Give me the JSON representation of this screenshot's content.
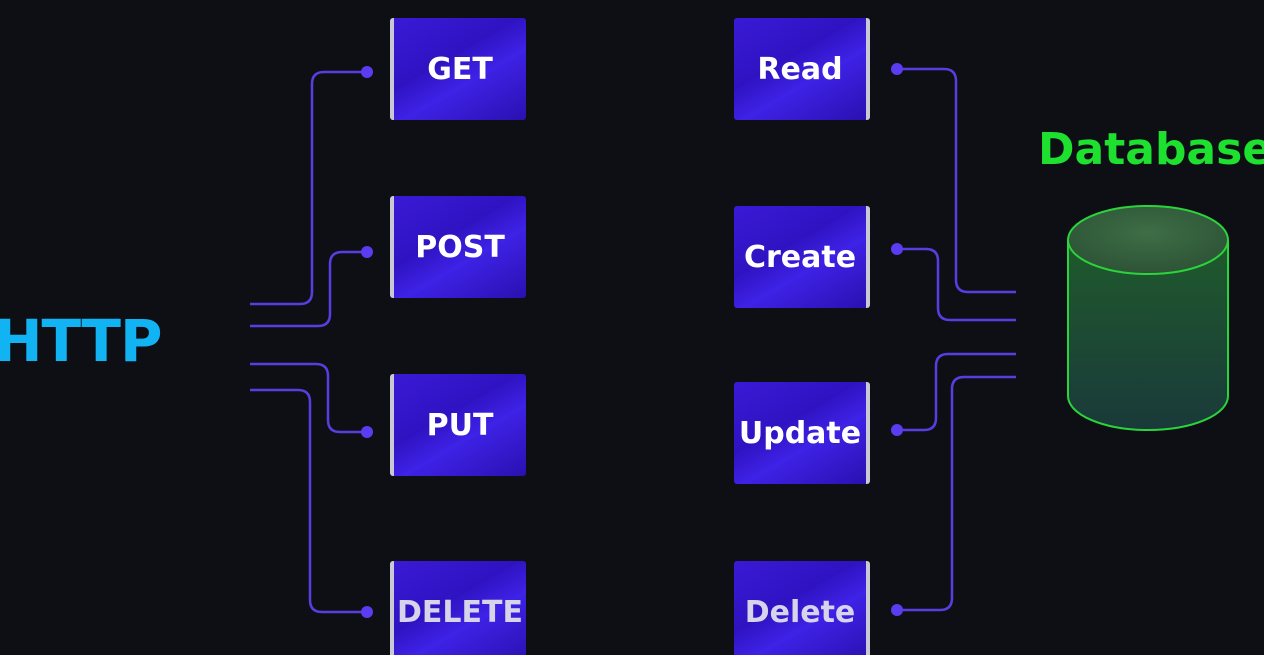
{
  "http": {
    "label": "HTTP",
    "color": "#12b3f2"
  },
  "database": {
    "label": "Database",
    "color": "#1ee02e"
  },
  "methods": [
    "GET",
    "POST",
    "PUT",
    "DELETE"
  ],
  "operations": [
    "Read",
    "Create",
    "Update",
    "Delete"
  ],
  "colors": {
    "connector": "#5a3de0",
    "dot": "#5b3cf0",
    "db_outline": "#2ad43a"
  }
}
